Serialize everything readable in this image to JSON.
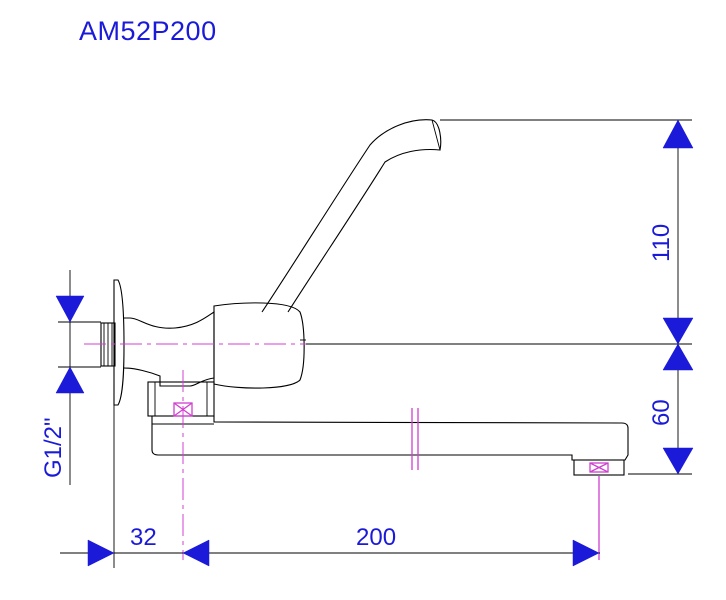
{
  "title": "AM52P200",
  "dimensions": {
    "handle_height": "110",
    "spout_drop": "60",
    "thread": "G1/2\"",
    "wall_offset": "32",
    "spout_reach": "200"
  },
  "colors": {
    "annotation": "#1a1ad8",
    "centerline": "#d040d0",
    "outline": "#000000"
  }
}
